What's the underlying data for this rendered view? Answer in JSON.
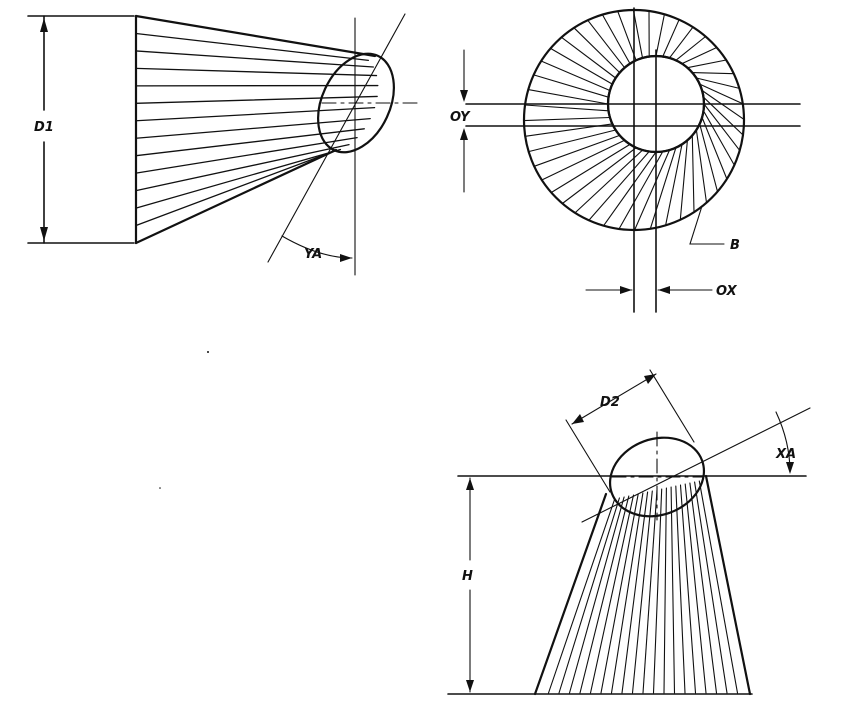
{
  "diagram": {
    "labels": {
      "d1": "D1",
      "ya": "YA",
      "oy": "OY",
      "ox": "OX",
      "b": "B",
      "d2": "D2",
      "xa": "XA",
      "h": "H"
    },
    "colors": {
      "ink": "#111111",
      "paper": "#ffffff"
    }
  }
}
